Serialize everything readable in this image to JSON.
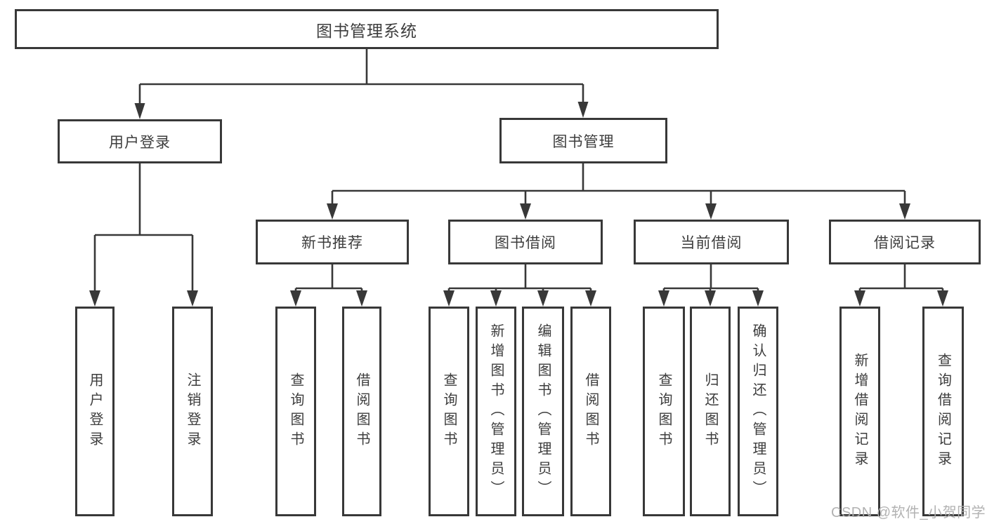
{
  "tree": {
    "root": {
      "label": "图书管理系统",
      "children": [
        {
          "label": "用户登录",
          "children": [
            {
              "label": "用户登录"
            },
            {
              "label": "注销登录"
            }
          ]
        },
        {
          "label": "图书管理",
          "children": [
            {
              "label": "新书推荐",
              "children": [
                {
                  "label": "查询图书"
                },
                {
                  "label": "借阅图书"
                }
              ]
            },
            {
              "label": "图书借阅",
              "children": [
                {
                  "label": "查询图书"
                },
                {
                  "label": "新增图书（管理员）"
                },
                {
                  "label": "编辑图书（管理员）"
                },
                {
                  "label": "借阅图书"
                }
              ]
            },
            {
              "label": "当前借阅",
              "children": [
                {
                  "label": "查询图书"
                },
                {
                  "label": "归还图书"
                },
                {
                  "label": "确认归还（管理员）"
                }
              ]
            },
            {
              "label": "借阅记录",
              "children": [
                {
                  "label": "新增借阅记录"
                },
                {
                  "label": "查询借阅记录"
                }
              ]
            }
          ]
        }
      ]
    }
  },
  "watermark": "CSDN @软件_小贺同学",
  "colors": {
    "line": "#383838",
    "text": "#3d3d3d",
    "watermark": "#aeaeae",
    "background": "#ffffff"
  }
}
